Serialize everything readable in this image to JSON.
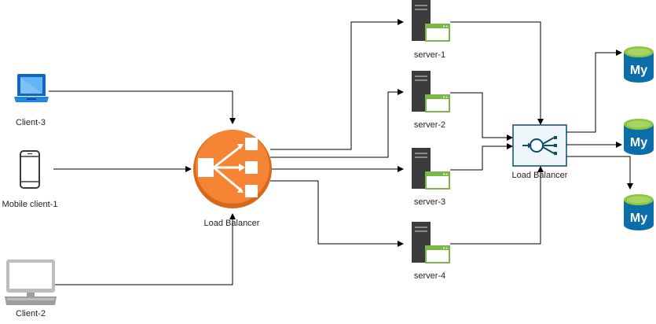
{
  "colors": {
    "edge": "#000000",
    "aws_lb_orange": "#f58534",
    "aws_lb_dark": "#d6671d",
    "server_gray": "#3c3c3c",
    "server_window_green": "#7ab648",
    "mysql_blue": "#0b6ea9",
    "mysql_green": "#8cc63f",
    "laptop_blue": "#1e88e5",
    "lb2_border": "#0b4d6b",
    "lb2_fill": "#eef6fa",
    "desktop_gray": "#b3b3b3"
  },
  "nodes": {
    "client3": {
      "label": "Client-3",
      "icon": "laptop-icon"
    },
    "mobile1": {
      "label": "Mobile client-1",
      "icon": "mobile-phone-icon"
    },
    "client2": {
      "label": "Client-2",
      "icon": "desktop-computer-icon"
    },
    "lb1": {
      "label": "Load Balancer",
      "icon": "aws-load-balancer-icon"
    },
    "server1": {
      "label": "server-1",
      "icon": "server-icon"
    },
    "server2": {
      "label": "server-2",
      "icon": "server-icon"
    },
    "server3": {
      "label": "server-3",
      "icon": "server-icon"
    },
    "server4": {
      "label": "server-4",
      "icon": "server-icon"
    },
    "lb2": {
      "label": "Load Balancer",
      "icon": "azure-load-balancer-icon"
    },
    "db1": {
      "label": "My",
      "icon": "mysql-database-icon"
    },
    "db2": {
      "label": "My",
      "icon": "mysql-database-icon"
    },
    "db3": {
      "label": "My",
      "icon": "mysql-database-icon"
    }
  },
  "edges": [
    {
      "from": "client3",
      "to": "lb1"
    },
    {
      "from": "mobile1",
      "to": "lb1"
    },
    {
      "from": "client2",
      "to": "lb1"
    },
    {
      "from": "lb1",
      "to": "server1"
    },
    {
      "from": "lb1",
      "to": "server2"
    },
    {
      "from": "lb1",
      "to": "server3"
    },
    {
      "from": "lb1",
      "to": "server4"
    },
    {
      "from": "server1",
      "to": "lb2"
    },
    {
      "from": "server2",
      "to": "lb2"
    },
    {
      "from": "server3",
      "to": "lb2"
    },
    {
      "from": "server4",
      "to": "lb2"
    },
    {
      "from": "lb2",
      "to": "db1"
    },
    {
      "from": "lb2",
      "to": "db2"
    },
    {
      "from": "lb2",
      "to": "db3"
    }
  ]
}
